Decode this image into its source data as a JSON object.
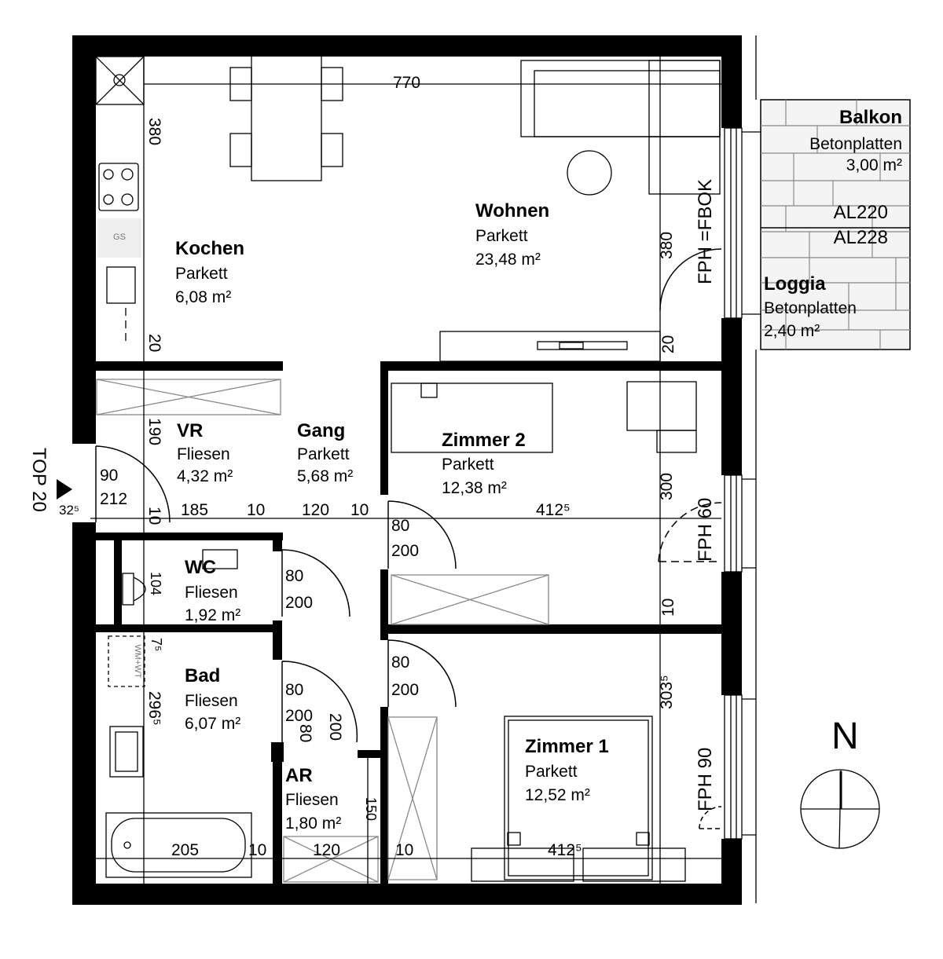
{
  "rooms": {
    "kochen": {
      "name": "Kochen",
      "floor": "Parkett",
      "area": "6,08 m²"
    },
    "wohnen": {
      "name": "Wohnen",
      "floor": "Parkett",
      "area": "23,48 m²"
    },
    "vr": {
      "name": "VR",
      "floor": "Fliesen",
      "area": "4,32 m²"
    },
    "gang": {
      "name": "Gang",
      "floor": "Parkett",
      "area": "5,68 m²"
    },
    "zimmer2": {
      "name": "Zimmer 2",
      "floor": "Parkett",
      "area": "12,38 m²"
    },
    "wc": {
      "name": "WC",
      "floor": "Fliesen",
      "area": "1,92 m²"
    },
    "bad": {
      "name": "Bad",
      "floor": "Fliesen",
      "area": "6,07 m²"
    },
    "ar": {
      "name": "AR",
      "floor": "Fliesen",
      "area": "1,80 m²"
    },
    "zimmer1": {
      "name": "Zimmer 1",
      "floor": "Parkett",
      "area": "12,52 m²"
    },
    "balkon": {
      "name": "Balkon",
      "floor": "Betonplatten",
      "area": "3,00 m²"
    },
    "loggia": {
      "name": "Loggia",
      "floor": "Betonplatten",
      "area": "2,40 m²"
    }
  },
  "window_codes": {
    "al220": "AL220",
    "al228": "AL228",
    "fph_fbok": "FPH =FBOK",
    "fph60": "FPH 60",
    "fph90": "FPH 90"
  },
  "unit_label": "TOP 20",
  "north": "N",
  "appliance_labels": {
    "gs": "GS",
    "wm_wt": "WM+WT"
  },
  "dims": {
    "d770": "770",
    "d380a": "380",
    "d20a": "20",
    "d380b": "380",
    "d20b": "20",
    "d190": "190",
    "d90": "90",
    "d212": "212",
    "d32": "32⁵",
    "d10a": "10",
    "d185": "185",
    "d10b": "10",
    "d120a": "120",
    "d10c": "10",
    "d4125a": "412⁵",
    "d80a": "80",
    "d200a": "200",
    "d300": "300",
    "d10d": "10",
    "d104": "104",
    "d80b": "80",
    "d200b": "200",
    "d80c": "80",
    "d200c": "200",
    "d303": "303⁵",
    "d75": "7⁵",
    "d2965": "296⁵",
    "d80d": "80",
    "d200d": "200",
    "d80e": "80",
    "d200e": "200",
    "d150": "150",
    "d205": "205",
    "d10e": "10",
    "d120b": "120",
    "d10f": "10",
    "d4125b": "412⁵"
  }
}
